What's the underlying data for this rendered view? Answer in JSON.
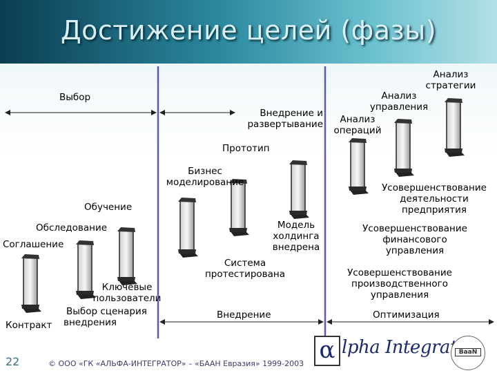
{
  "title": "Достижение целей (фазы)",
  "labels": {
    "vybor": "Выбор",
    "analiz_strategii_1": "Анализ",
    "analiz_strategii_2": "стратегии",
    "analiz_upravleniya_1": "Анализ",
    "analiz_upravleniya_2": "управления",
    "vnedrenie_razv_1": "Внедрение и",
    "vnedrenie_razv_2": "развертывание",
    "analiz_operaciy_1": "Анализ",
    "analiz_operaciy_2": "операций",
    "prototip": "Прототип",
    "biznes_1": "Бизнес",
    "biznes_2": "моделирование",
    "sovershenstv_deyat_1": "Усовершенствование",
    "sovershenstv_deyat_2": "деятельности",
    "sovershenstv_deyat_3": "предприятия",
    "obuchenie": "Обучение",
    "model_1": "Модель",
    "model_2": "холдинга",
    "model_3": "внедрена",
    "sovershenstv_fin_1": "Усовершенствование",
    "sovershenstv_fin_2": "финансового",
    "sovershenstv_fin_3": "управления",
    "obsledovanie": "Обследование",
    "soglashenie": "Соглашение",
    "sistema_1": "Система",
    "sistema_2": "протестирована",
    "sovershenstv_proizv_1": "Усовершенствование",
    "sovershenstv_proizv_2": "производственного",
    "sovershenstv_proizv_3": "управления",
    "klyuchevye_1": "Ключевые",
    "klyuchevye_2": "пользователи",
    "vybor_scenariya": "Выбор сценария",
    "kontrakt": "Контракт",
    "vnedreniya": "внедрения",
    "vnedrenie": "Внедрение",
    "optimizaciya": "Оптимизация"
  },
  "footer": {
    "slide_number": "22",
    "copyright": "© ООО «ГК «АЛЬФА-ИНТЕГРАТОР» – «БААН Евразия» 1999-2003"
  },
  "logo": {
    "alpha": "α",
    "name": "lpha Integrator",
    "seal": "BaaN"
  },
  "colors": {
    "divider": "#5a5ab0",
    "arrow": "#222222",
    "header_dark": "#0a3d52",
    "header_light": "#b3e0e6"
  }
}
